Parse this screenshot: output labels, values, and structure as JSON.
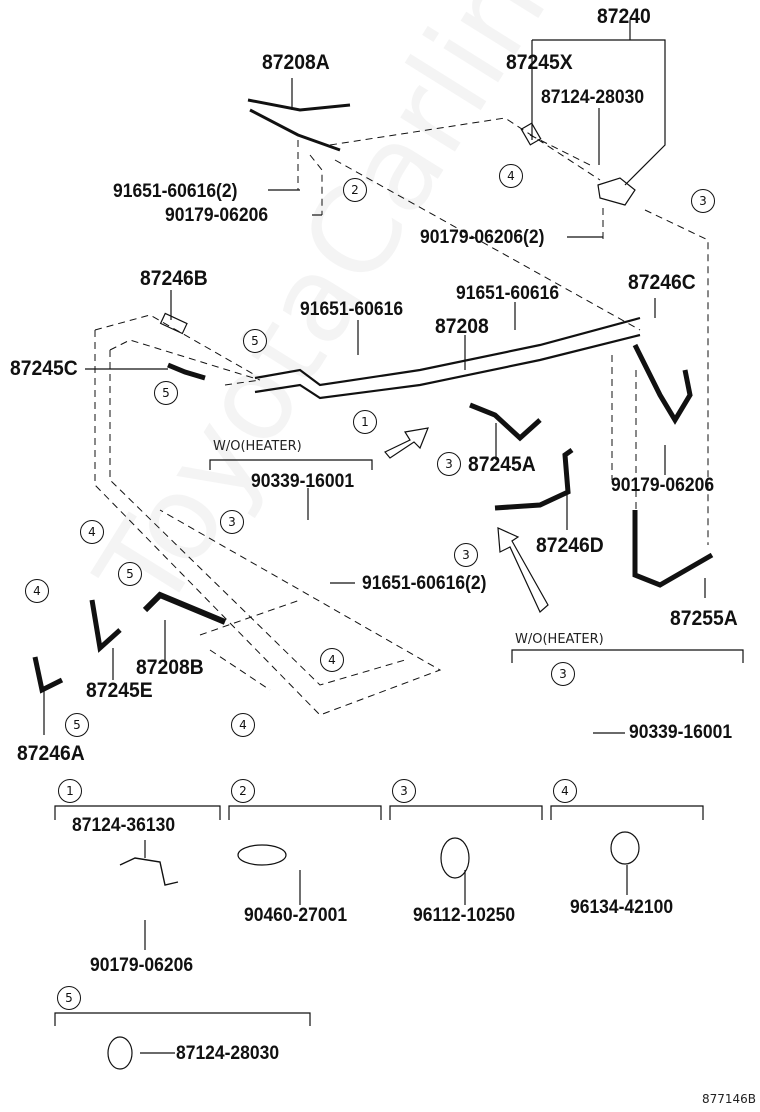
{
  "diagram": {
    "title_code": "877146B",
    "watermark": "ToyotaCarline.ru",
    "parts": {
      "p87208A": "87208A",
      "p87240": "87240",
      "p87245X": "87245X",
      "p87124_28030_top": "87124-28030",
      "p91651_60616_2_top": "91651-60616(2)",
      "p90179_06206_top": "90179-06206",
      "p90179_06206_2": "90179-06206(2)",
      "p87246B": "87246B",
      "p87245C": "87245C",
      "p91651_60616_mid": "91651-60616",
      "p91651_60616_right": "91651-60616",
      "p87208": "87208",
      "p87246C": "87246C",
      "p87245A": "87245A",
      "p90339_16001_left": "90339-16001",
      "p90179_06206_right": "90179-06206",
      "p87246D": "87246D",
      "p91651_60616_2_low": "91651-60616(2)",
      "p87255A": "87255A",
      "p87208B": "87208B",
      "p87245E": "87245E",
      "p87246A": "87246A",
      "p90339_16001_right": "90339-16001"
    },
    "notes": {
      "wo_heater_left": "W/O(HEATER)",
      "wo_heater_right": "W/O(HEATER)"
    },
    "callouts": {
      "c1": "1",
      "c2": "2",
      "c3": "3",
      "c4": "4",
      "c5": "5"
    },
    "legend": [
      {
        "num": "1",
        "parts": [
          "87124-36130",
          "90179-06206"
        ]
      },
      {
        "num": "2",
        "parts": [
          "90460-27001"
        ]
      },
      {
        "num": "3",
        "parts": [
          "96112-10250"
        ]
      },
      {
        "num": "4",
        "parts": [
          "96134-42100"
        ]
      },
      {
        "num": "5",
        "parts": [
          "87124-28030"
        ]
      }
    ]
  }
}
